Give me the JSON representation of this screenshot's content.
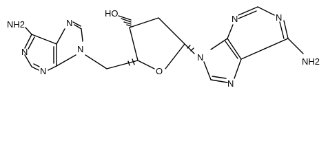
{
  "molecule": {
    "labels": {
      "amine_left": "NH2",
      "n_left_1": "N",
      "n_left_3": "N",
      "n_left_7": "N",
      "n_left_9": "N",
      "hydroxyl": "HO",
      "ring_oxygen": "O",
      "n_right_9": "N",
      "n_right_3": "N",
      "n_right_1": "N",
      "n_right_7": "N",
      "amine_right": "NH2"
    }
  }
}
